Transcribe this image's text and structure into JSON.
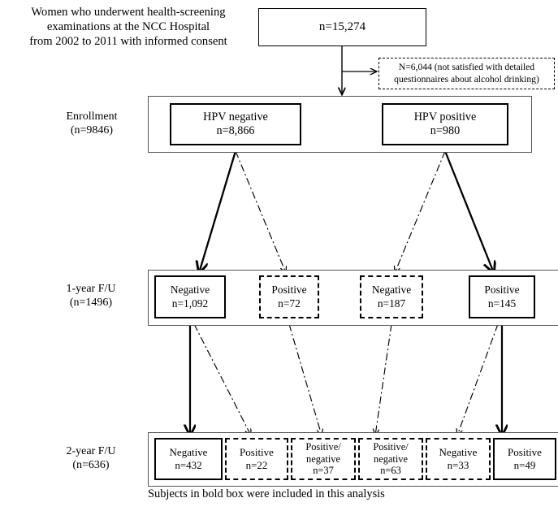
{
  "figure": {
    "title_lines": [
      "Women who underwent health-screening",
      "examinations at the NCC Hospital",
      "from 2002 to 2011 with informed consent"
    ],
    "caption": "Subjects in bold box were included in this analysis"
  },
  "top_box": {
    "label": "n=15,274"
  },
  "exclusion_box": {
    "line1": "N=6,044 (not satisfied with detailed",
    "line2": "questionnaires about alcohol drinking)"
  },
  "stages": [
    {
      "name": "Enrollment",
      "count": "(n=9846)"
    },
    {
      "name": "1-year F/U",
      "count": "(n=1496)"
    },
    {
      "name": "2-year F/U",
      "count": "(n=636)"
    }
  ],
  "enrollment_nodes": [
    {
      "label": "HPV negative",
      "n": "n=8,866",
      "style": "bold"
    },
    {
      "label": "HPV positive",
      "n": "n=980",
      "style": "bold"
    }
  ],
  "year1_nodes": [
    {
      "label": "Negative",
      "n": "n=1,092",
      "style": "bold"
    },
    {
      "label": "Positive",
      "n": "n=72",
      "style": "dashed"
    },
    {
      "label": "Negative",
      "n": "n=187",
      "style": "dashed"
    },
    {
      "label": "Positive",
      "n": "n=145",
      "style": "bold"
    }
  ],
  "year2_nodes": [
    {
      "label": "Negative",
      "sub": "",
      "n": "n=432",
      "style": "bold"
    },
    {
      "label": "Positive",
      "sub": "",
      "n": "n=22",
      "style": "dashed"
    },
    {
      "label": "Positive/",
      "sub": "negative",
      "n": "n=37",
      "style": "dashed"
    },
    {
      "label": "Positive/",
      "sub": "negative",
      "n": "n=63",
      "style": "dashed"
    },
    {
      "label": "Negative",
      "sub": "",
      "n": "n=33",
      "style": "dashed"
    },
    {
      "label": "Positive",
      "sub": "",
      "n": "n=49",
      "style": "bold"
    }
  ],
  "colors": {
    "ink": "#000000",
    "outer_rule": "#555555",
    "background": "#ffffff"
  }
}
